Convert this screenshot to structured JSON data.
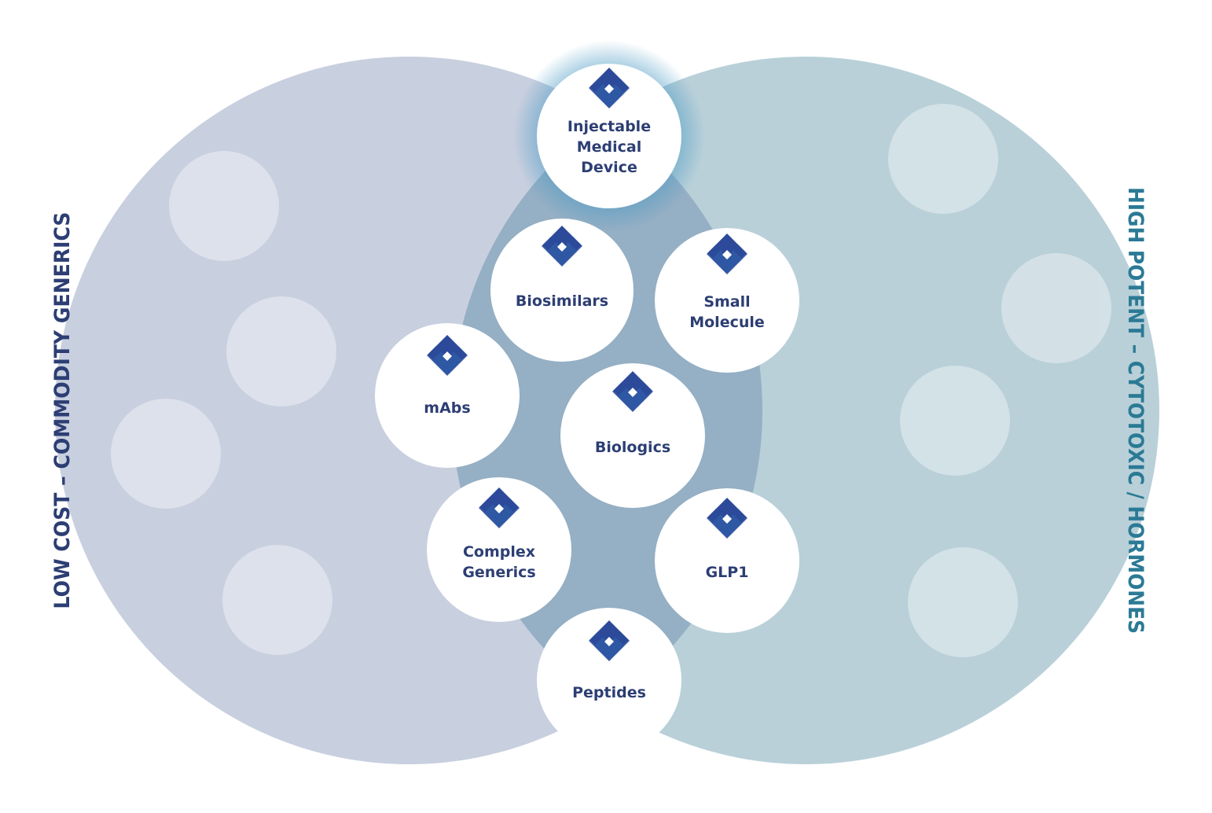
{
  "left_label": "LOW COST – COMMODITY GENERICS",
  "right_label": "HIGH POTENT – CYTOTOXIC / HORMONES",
  "colors": {
    "left_circle": "#c8cfdf",
    "right_circle": "#b9d0d9",
    "overlap": "#95afc4",
    "left_label": "#2c3e73",
    "right_label": "#2b7a95",
    "node_fill": "#ffffff",
    "node_text": "#2c3e73",
    "glow": "#4a9ac4",
    "icon_dark": "#2d4a9a",
    "icon_light": "#3aa0dd"
  },
  "nodes": [
    {
      "id": "injectable-medical-device",
      "lines": [
        "Injectable",
        "Medical",
        "Device"
      ],
      "icon": "diamond-logo-icon",
      "highlighted": true
    },
    {
      "id": "biosimilars",
      "lines": [
        "Biosimilars"
      ],
      "icon": "diamond-logo-icon"
    },
    {
      "id": "small-molecule",
      "lines": [
        "Small",
        "Molecule"
      ],
      "icon": "diamond-logo-icon"
    },
    {
      "id": "mabs",
      "lines": [
        "mAbs"
      ],
      "icon": "diamond-logo-icon"
    },
    {
      "id": "biologics",
      "lines": [
        "Biologics"
      ],
      "icon": "diamond-logo-icon"
    },
    {
      "id": "complex-generics",
      "lines": [
        "Complex",
        "Generics"
      ],
      "icon": "diamond-logo-icon"
    },
    {
      "id": "glp1",
      "lines": [
        "GLP1"
      ],
      "icon": "diamond-logo-icon"
    },
    {
      "id": "peptides",
      "lines": [
        "Peptides"
      ],
      "icon": "diamond-logo-icon"
    }
  ]
}
